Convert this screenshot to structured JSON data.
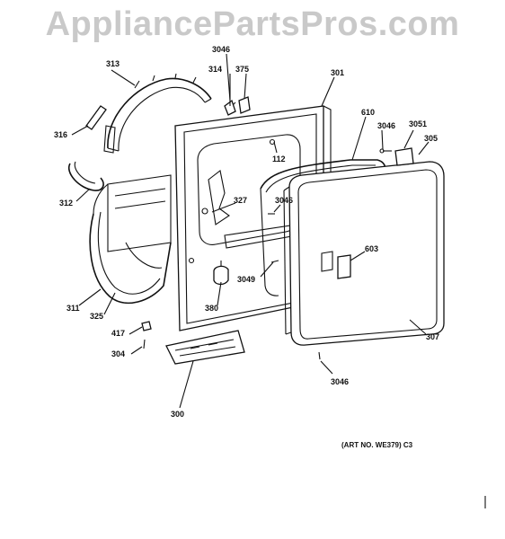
{
  "watermark": "AppliancePartsPros.com",
  "art_number": "(ART NO. WE379) C3",
  "callouts": [
    {
      "id": "313",
      "text": "313"
    },
    {
      "id": "3046a",
      "text": "3046"
    },
    {
      "id": "314",
      "text": "314"
    },
    {
      "id": "375",
      "text": "375"
    },
    {
      "id": "301",
      "text": "301"
    },
    {
      "id": "316",
      "text": "316"
    },
    {
      "id": "610",
      "text": "610"
    },
    {
      "id": "3046b",
      "text": "3046"
    },
    {
      "id": "3051",
      "text": "3051"
    },
    {
      "id": "305",
      "text": "305"
    },
    {
      "id": "112",
      "text": "112"
    },
    {
      "id": "312",
      "text": "312"
    },
    {
      "id": "3046c",
      "text": "3046"
    },
    {
      "id": "327",
      "text": "327"
    },
    {
      "id": "603",
      "text": "603"
    },
    {
      "id": "3049",
      "text": "3049"
    },
    {
      "id": "311",
      "text": "311"
    },
    {
      "id": "325",
      "text": "325"
    },
    {
      "id": "380",
      "text": "380"
    },
    {
      "id": "417",
      "text": "417"
    },
    {
      "id": "307",
      "text": "307"
    },
    {
      "id": "304",
      "text": "304"
    },
    {
      "id": "3046d",
      "text": "3046"
    },
    {
      "id": "300",
      "text": "300"
    }
  ]
}
